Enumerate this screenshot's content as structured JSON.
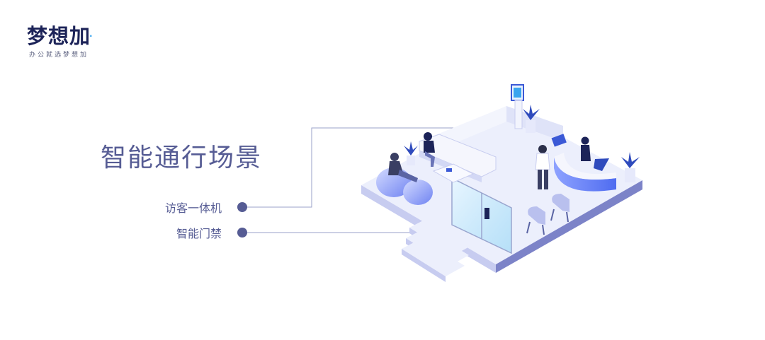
{
  "logo": {
    "name": "梦想加",
    "tagline": "办公就选梦想加"
  },
  "scene": {
    "title": "智能通行场景"
  },
  "callouts": [
    {
      "label": "访客一体机"
    },
    {
      "label": "智能门禁"
    }
  ],
  "colors": {
    "title_text": "#565c94",
    "logo_text": "#1c2358",
    "logo_accent": "#3aa5ee",
    "callout_dot": "#565c94",
    "callout_line": "#9aa0c8",
    "floor_top": "#eceffc",
    "floor_side_left": "#c7ccf0",
    "floor_side_right": "#7c83c8"
  },
  "icons": [
    "visitor-kiosk-icon",
    "smart-gate-icon",
    "reception-desk-icon",
    "plant-icon",
    "person-icon",
    "chair-icon",
    "sofa-icon"
  ]
}
